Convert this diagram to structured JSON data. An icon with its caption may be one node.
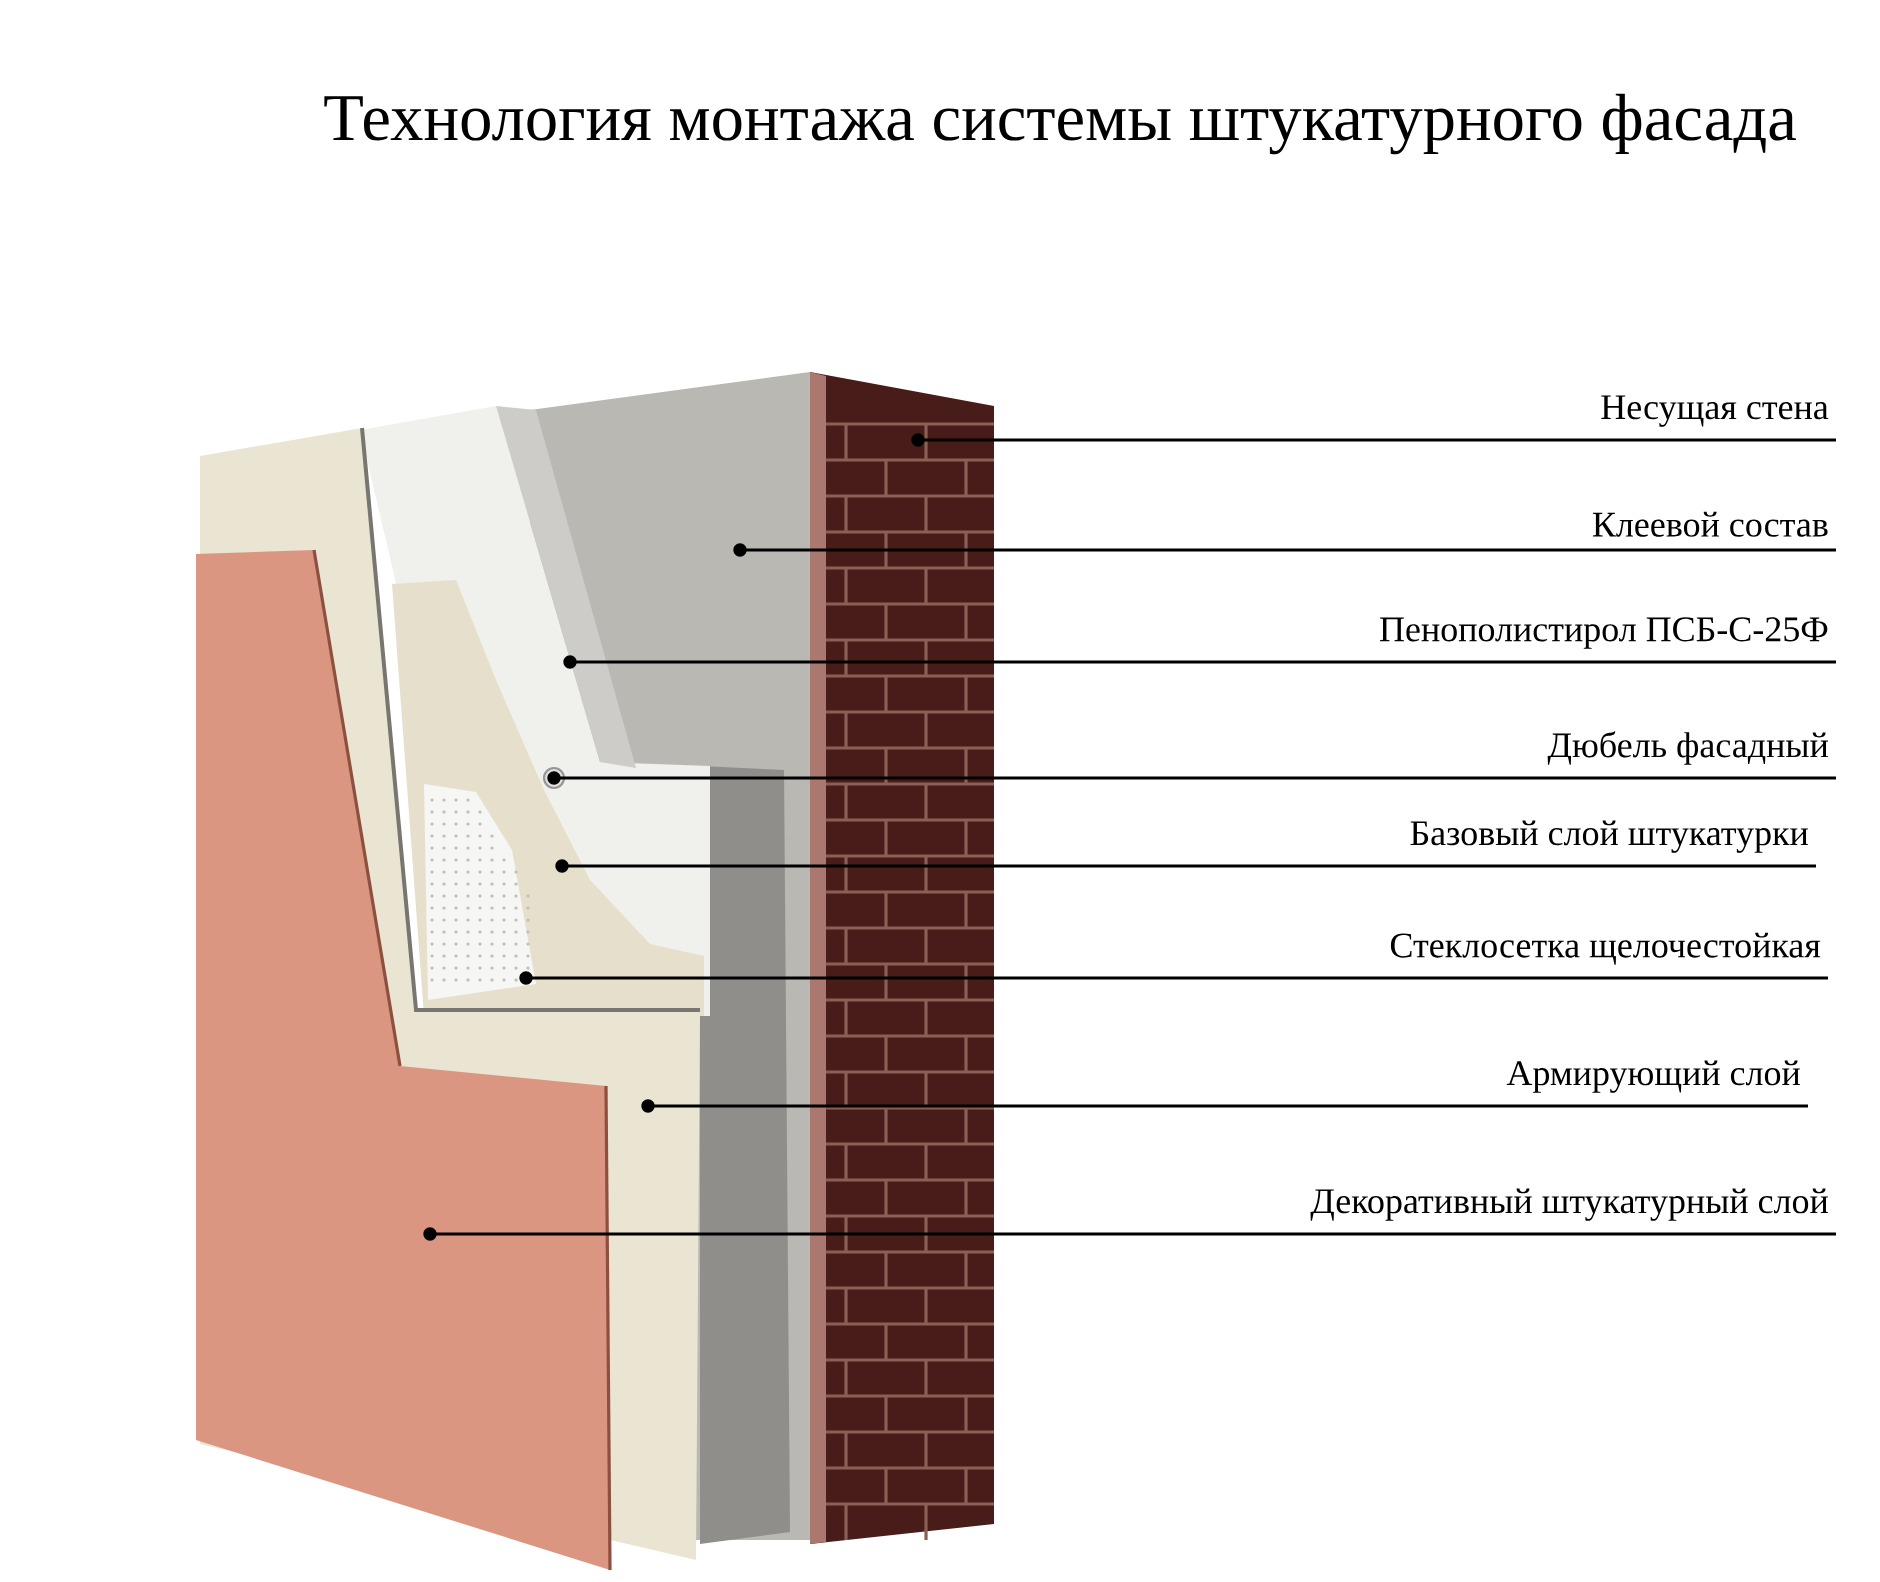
{
  "diagram": {
    "title": "Технология монтажа системы штукатурного фасада",
    "nodes": [
      {
        "text": [
          "Несущая стена"
        ]
      },
      {
        "text": [
          "Клеевой состав"
        ]
      },
      {
        "text": [
          "Пенополистирол ПСБ-С-25Ф"
        ]
      },
      {
        "text": [
          "Дюбель фасадный"
        ]
      },
      {
        "text": [
          "Базовый слой штукатурки"
        ]
      },
      {
        "text": [
          "Стеклосетка щелочестойкая"
        ]
      },
      {
        "text": [
          "Армирующий слой"
        ]
      },
      {
        "text": [
          "Декоративный штукатурный слой"
        ]
      },
      {
        "text": [],
        "shape": "circle"
      },
      {
        "text": [],
        "shape": "circle"
      },
      {
        "text": [],
        "shape": "circle"
      },
      {
        "text": [],
        "shape": "circle"
      },
      {
        "text": [],
        "shape": "circle"
      },
      {
        "text": [],
        "shape": "circle"
      },
      {
        "text": [],
        "shape": "circle"
      },
      {
        "text": [],
        "shape": "circle"
      }
    ],
    "edges": [
      {
        "from": 0,
        "to": 8,
        "arrow": "none"
      },
      {
        "from": 1,
        "to": 9,
        "arrow": "none"
      },
      {
        "from": 2,
        "to": 10,
        "arrow": "none"
      },
      {
        "from": 3,
        "to": 11,
        "arrow": "none"
      },
      {
        "from": 4,
        "to": 12,
        "arrow": "none"
      },
      {
        "from": 5,
        "to": 13,
        "arrow": "none"
      },
      {
        "from": 6,
        "to": 14,
        "arrow": "none"
      },
      {
        "from": 7,
        "to": 15,
        "arrow": "none"
      }
    ]
  }
}
